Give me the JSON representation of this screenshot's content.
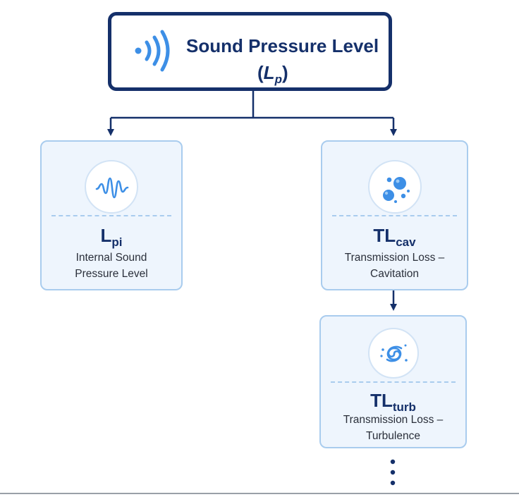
{
  "root": {
    "title": "Sound Pressure Level",
    "symbol_open": "(",
    "symbol_main": "L",
    "symbol_sub": "p",
    "symbol_close": ")",
    "icon": "sound-waves-icon"
  },
  "nodes": [
    {
      "id": "lpi",
      "symbol_main": "L",
      "symbol_sub": "pi",
      "line1": "Internal Sound",
      "line2": "Pressure Level",
      "icon": "waveform-icon"
    },
    {
      "id": "cav",
      "symbol_main": "TL",
      "symbol_sub": "cav",
      "line1": "Transmission Loss –",
      "line2": "Cavitation",
      "icon": "bubbles-icon"
    },
    {
      "id": "turb",
      "symbol_main": "TL",
      "symbol_sub": "turb",
      "line1": "Transmission Loss –",
      "line2": "Turbulence",
      "icon": "swirl-icon"
    }
  ],
  "continuation": "ellipsis-vertical-icon",
  "colors": {
    "primary": "#15306a",
    "accent": "#3d8fe6",
    "card_bg": "#eef5fd",
    "card_border": "#a9ccee"
  }
}
